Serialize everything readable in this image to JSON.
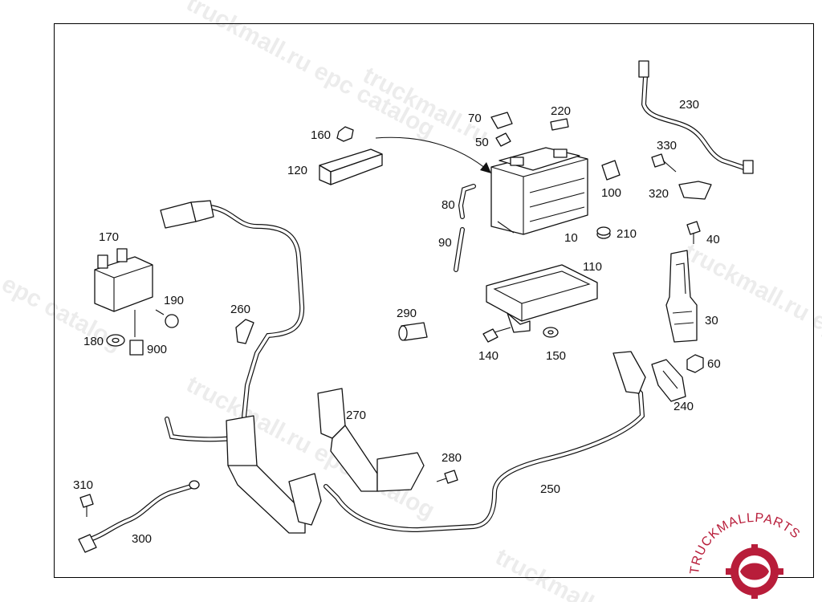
{
  "watermark": {
    "text_catalog": "truckmall.ru epc catalog",
    "text_short": "truckmall.ru",
    "text_epc": "epc catalog"
  },
  "logo": {
    "text": "TRUCKMALLPARTS",
    "color_brand": "#b81d3a"
  },
  "callouts": [
    {
      "id": "c-10",
      "label": "10"
    },
    {
      "id": "c-30",
      "label": "30"
    },
    {
      "id": "c-40",
      "label": "40"
    },
    {
      "id": "c-50",
      "label": "50"
    },
    {
      "id": "c-60",
      "label": "60"
    },
    {
      "id": "c-70",
      "label": "70"
    },
    {
      "id": "c-80",
      "label": "80"
    },
    {
      "id": "c-90",
      "label": "90"
    },
    {
      "id": "c-100",
      "label": "100"
    },
    {
      "id": "c-110",
      "label": "110"
    },
    {
      "id": "c-120",
      "label": "120"
    },
    {
      "id": "c-140",
      "label": "140"
    },
    {
      "id": "c-150",
      "label": "150"
    },
    {
      "id": "c-160",
      "label": "160"
    },
    {
      "id": "c-170",
      "label": "170"
    },
    {
      "id": "c-180",
      "label": "180"
    },
    {
      "id": "c-190",
      "label": "190"
    },
    {
      "id": "c-210",
      "label": "210"
    },
    {
      "id": "c-220",
      "label": "220"
    },
    {
      "id": "c-230",
      "label": "230"
    },
    {
      "id": "c-240",
      "label": "240"
    },
    {
      "id": "c-250",
      "label": "250"
    },
    {
      "id": "c-260",
      "label": "260"
    },
    {
      "id": "c-270",
      "label": "270"
    },
    {
      "id": "c-280",
      "label": "280"
    },
    {
      "id": "c-290",
      "label": "290"
    },
    {
      "id": "c-300",
      "label": "300"
    },
    {
      "id": "c-310",
      "label": "310"
    },
    {
      "id": "c-320",
      "label": "320"
    },
    {
      "id": "c-330",
      "label": "330"
    },
    {
      "id": "c-900",
      "label": "900"
    }
  ]
}
